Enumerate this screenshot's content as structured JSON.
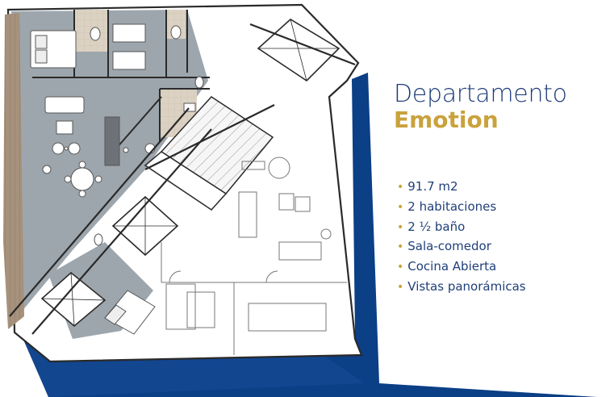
{
  "title": {
    "line1": "Departamento",
    "line2": "Emotion"
  },
  "features": [
    "91.7 m2",
    "2 habitaciones",
    "2 ½ baño",
    "Sala-comedor",
    "Cocina Abierta",
    "Vistas panorámicas"
  ],
  "colors": {
    "navy": "#1e3c78",
    "gold": "#c9a23c",
    "unit_floor": "#9ea6ad",
    "bathroom_floor": "#d8cdbd",
    "terrace": "#a6927c"
  },
  "icons": {
    "bullet": "gold-dot-icon",
    "floorplan": "floorplan-illustration"
  }
}
